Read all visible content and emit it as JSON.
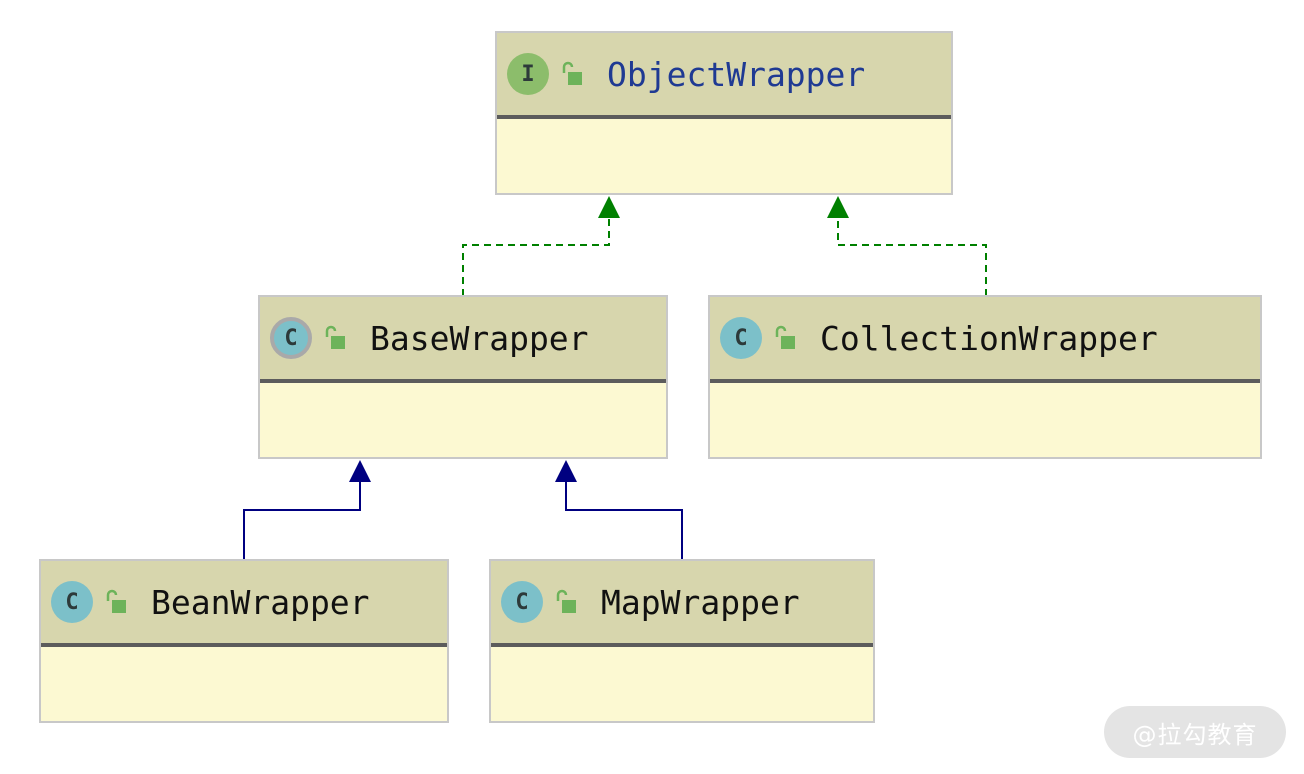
{
  "classes": [
    {
      "id": "object-wrapper",
      "name": "ObjectWrapper",
      "kind": "I",
      "kind_label": "interface",
      "visibility": "public"
    },
    {
      "id": "base-wrapper",
      "name": "BaseWrapper",
      "kind": "C",
      "kind_label": "abstract class",
      "visibility": "public"
    },
    {
      "id": "collection-wrapper",
      "name": "CollectionWrapper",
      "kind": "C",
      "kind_label": "class",
      "visibility": "public"
    },
    {
      "id": "bean-wrapper",
      "name": "BeanWrapper",
      "kind": "C",
      "kind_label": "class",
      "visibility": "public"
    },
    {
      "id": "map-wrapper",
      "name": "MapWrapper",
      "kind": "C",
      "kind_label": "class",
      "visibility": "public"
    }
  ],
  "relations": [
    {
      "from": "BaseWrapper",
      "to": "ObjectWrapper",
      "type": "implements"
    },
    {
      "from": "CollectionWrapper",
      "to": "ObjectWrapper",
      "type": "implements"
    },
    {
      "from": "BeanWrapper",
      "to": "BaseWrapper",
      "type": "extends"
    },
    {
      "from": "MapWrapper",
      "to": "BaseWrapper",
      "type": "extends"
    }
  ],
  "colors": {
    "header": "#d7d6ad",
    "body": "#fcf9d2",
    "implements_edge": "#008000",
    "extends_edge": "#000080",
    "interface_badge": "#8cbd6b",
    "class_badge": "#7cc0c9",
    "lock": "#6db35a"
  },
  "watermark": "@拉勾教育"
}
